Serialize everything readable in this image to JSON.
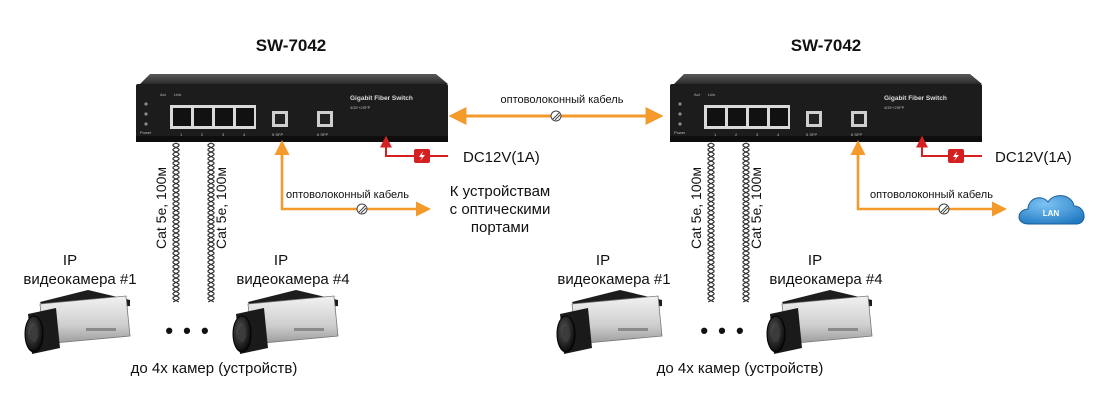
{
  "colors": {
    "fiber": "#f39a2b",
    "power": "#d42020",
    "chassis": "#1f1f1f",
    "cloud": "#2a8fd6"
  },
  "left": {
    "switch_title": "SW-7042",
    "switch_name": "Gigabit Fiber Switch",
    "switch_model": "4GE+2SFP",
    "panel_power": "Power",
    "panel_act": "Act",
    "panel_link": "Link",
    "port_nums": [
      "1",
      "2",
      "3",
      "4"
    ],
    "sfp_labels": [
      "5 SFP",
      "6 SFP"
    ],
    "power_label": "DC12V(1A)",
    "fiber_label": "оптоволоконный кабель",
    "target_lines": [
      "К устройствам",
      "с оптическими",
      "портами"
    ],
    "cable_1": "Cat 5e, 100м",
    "cable_2": "Cat 5e, 100м",
    "camera_1": [
      "IP",
      "видеокамера  #1"
    ],
    "camera_4": [
      "IP",
      "видеокамера  #4"
    ],
    "dots": "• • •",
    "footer": "до 4х камер (устройств)"
  },
  "center": {
    "fiber_label": "оптоволоконный кабель"
  },
  "right": {
    "switch_title": "SW-7042",
    "switch_name": "Gigabit Fiber Switch",
    "switch_model": "4GE+2SFP",
    "panel_power": "Power",
    "panel_act": "Act",
    "panel_link": "Link",
    "port_nums": [
      "1",
      "2",
      "3",
      "4"
    ],
    "sfp_labels": [
      "5 SFP",
      "6 SFP"
    ],
    "power_label": "DC12V(1A)",
    "fiber_label": "оптоволоконный кабель",
    "lan_label": "LAN",
    "cable_1": "Cat 5e, 100м",
    "cable_2": "Cat 5e, 100м",
    "camera_1": [
      "IP",
      "видеокамера  #1"
    ],
    "camera_4": [
      "IP",
      "видеокамера  #4"
    ],
    "dots": "• • •",
    "footer": "до 4х камер (устройств)"
  },
  "icons": {
    "fiber_marker": "fiber-cut-icon",
    "power_plug": "power-plug-icon",
    "camera": "cctv-camera-icon",
    "cloud": "cloud-icon",
    "arrow": "arrow-icon"
  }
}
